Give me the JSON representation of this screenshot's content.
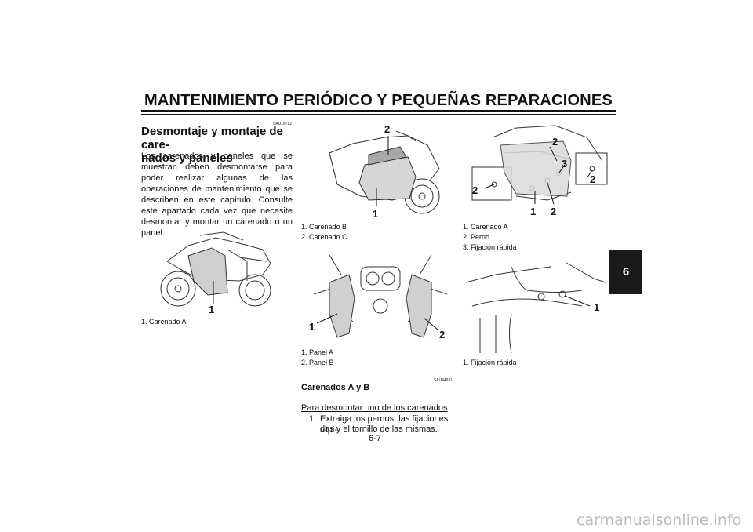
{
  "header": {
    "title": "MANTENIMIENTO PERIÓDICO Y PEQUEÑAS REPARACIONES"
  },
  "chapter_tab": "6",
  "page_number": "6-7",
  "section": {
    "code": "SAU18712",
    "title_line1": "Desmontaje y montaje de care-",
    "title_line2": "nados y paneles",
    "body": "Los carenados y paneles que se muestran deben desmontarse para poder realizar algunas de las operaciones de mantenimiento que se describen en este capítulo. Consulte este apartado cada vez que necesite desmontar y montar un carenado o un panel."
  },
  "figures": {
    "fig1": {
      "callouts": [
        "1"
      ],
      "captions": [
        "1. Carenado A"
      ]
    },
    "fig2": {
      "callouts": [
        "2",
        "1"
      ],
      "captions": [
        "1. Carenado B",
        "2. Carenado C"
      ]
    },
    "fig3": {
      "callouts": [
        "1",
        "2"
      ],
      "captions": [
        "1. Panel A",
        "2. Panel B"
      ]
    },
    "fig4": {
      "callouts": [
        "2",
        "3",
        "2",
        "2",
        "1",
        "2"
      ],
      "captions": [
        "1. Carenado A",
        "2. Perno",
        "3. Fijación rápida"
      ]
    },
    "fig5": {
      "callouts": [
        "1"
      ],
      "captions": [
        "1. Fijación rápida"
      ]
    }
  },
  "carenados": {
    "code": "SAU44931",
    "title": "Carenados A y B",
    "subtitle": "Para desmontar uno de los carenados",
    "step_number": "1.",
    "step_text_line1": "Extraiga los pernos, las fijaciones rápi-",
    "step_text_line2": "das y el tornillo de las mismas."
  },
  "watermark": "carmanualsonline.info"
}
